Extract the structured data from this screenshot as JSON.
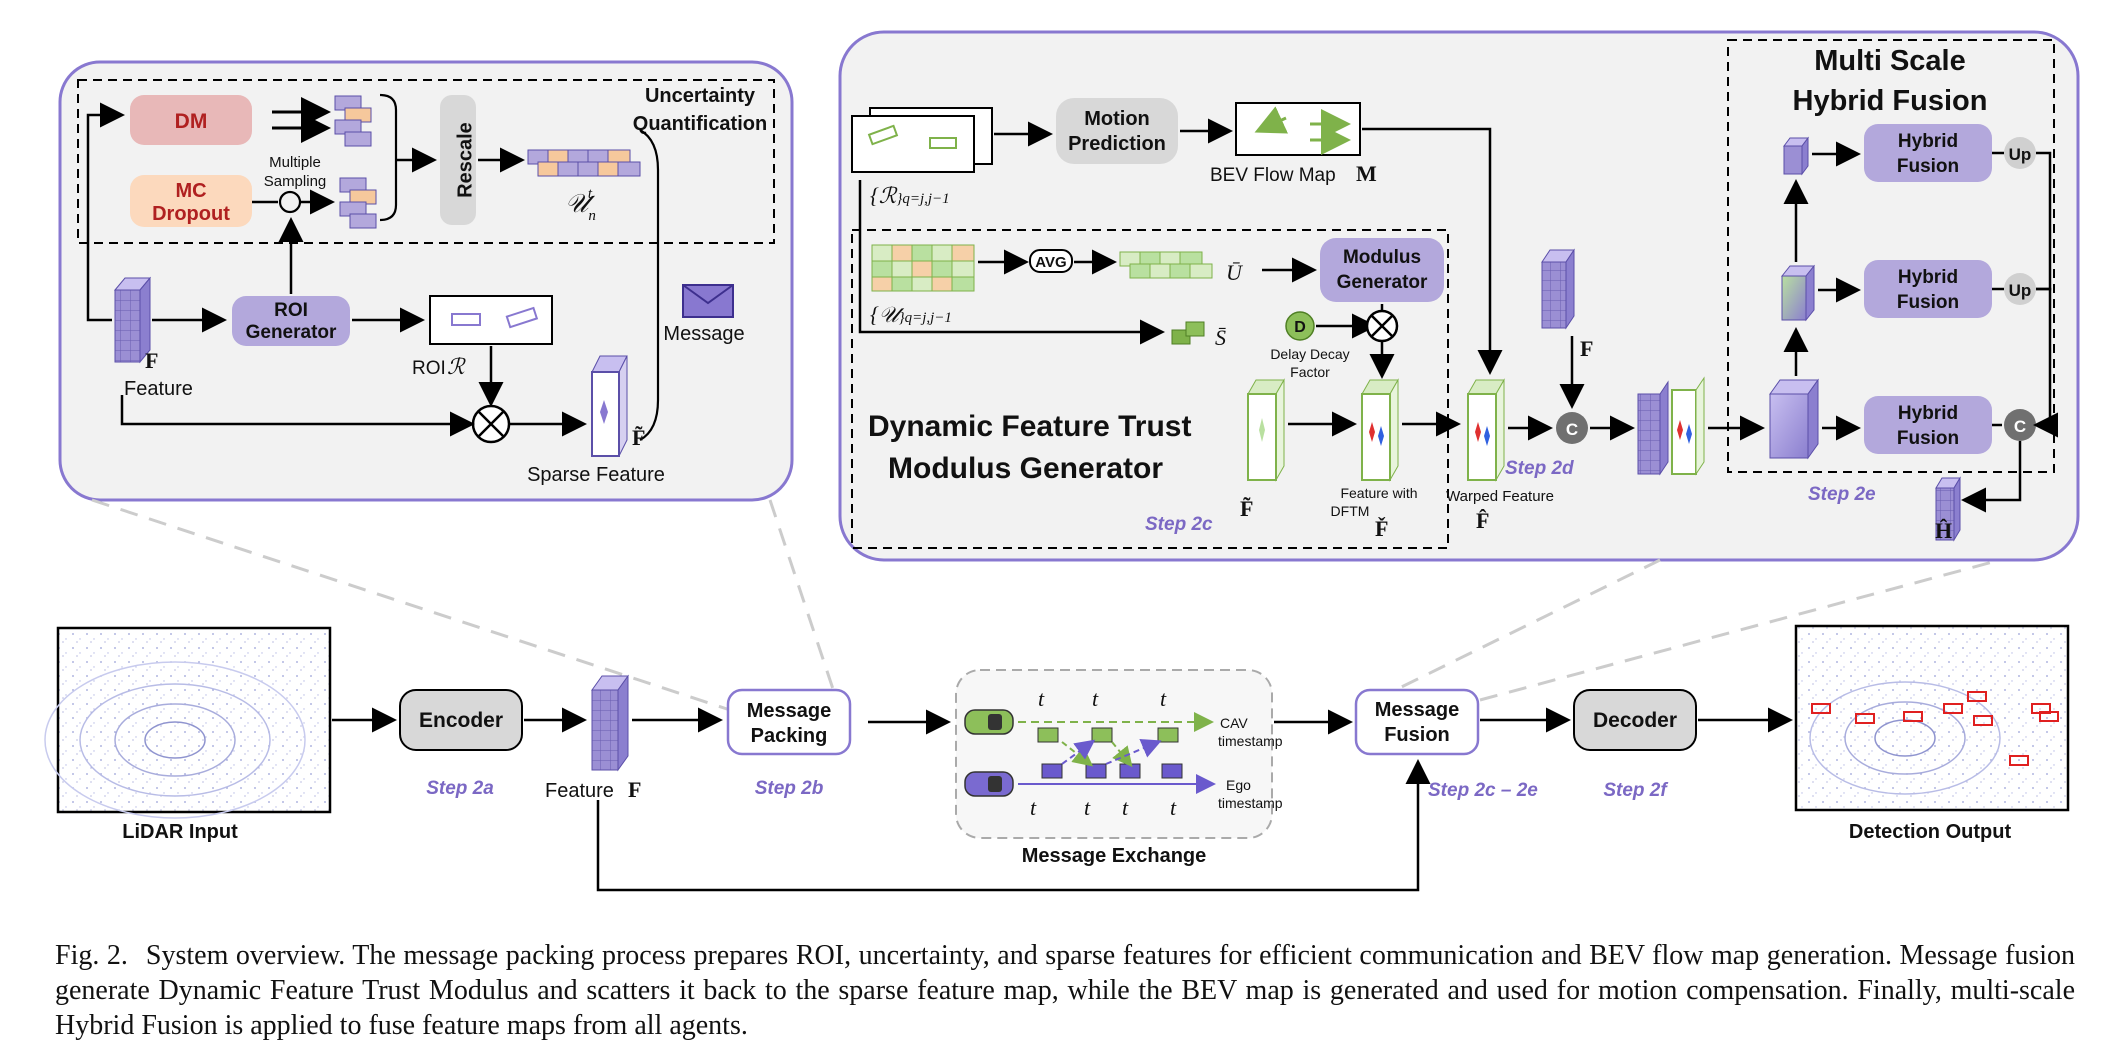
{
  "colors": {
    "panel_border": "#8878d0",
    "panel_fill": "#f2f2f2",
    "purple_box": "#b3a8dc",
    "purple_cube": "#9b8fd4",
    "dm_fill": "#e8b8b8",
    "mc_fill": "#fcd9bd",
    "gray_box": "#d8d8d8",
    "green_feature": "#8dbf5a",
    "step_text": "#7b68c4"
  },
  "left_panel": {
    "dm_label": "DM",
    "mc_dropout_line1": "MC",
    "mc_dropout_line2": "Dropout",
    "multiple_sampling_line1": "Multiple",
    "multiple_sampling_line2": "Sampling",
    "rescale_label": "Rescale",
    "uncertainty_line1": "Uncertainty",
    "uncertainty_line2": "Quantification",
    "uncertainty_symbol": "𝒰",
    "uncertainty_sub": "n",
    "uncertainty_sup": "t",
    "roi_generator_line1": "ROI",
    "roi_generator_line2": "Generator",
    "roi_label": "ROI",
    "roi_symbol": "ℛ",
    "feature_label": "Feature",
    "feature_symbol": "F",
    "sparse_feature_label": "Sparse Feature",
    "sparse_symbol": "F̃",
    "message_label": "Message"
  },
  "right_panel": {
    "motion_prediction_line1": "Motion",
    "motion_prediction_line2": "Prediction",
    "bev_flow_map_label": "BEV Flow Map",
    "bev_flow_symbol": "M",
    "roi_set_label": "{ℛ",
    "roi_set_sub": "}q=j,j−1",
    "unc_set_label": "{𝒰",
    "unc_set_sub": "}q=j,j−1",
    "avg_label": "AVG",
    "ubar_symbol": "Ū",
    "sbar_symbol": "S̄",
    "modulus_generator_line1": "Modulus",
    "modulus_generator_line2": "Generator",
    "delay_decay_d": "D",
    "delay_decay_line1": "Delay Decay",
    "delay_decay_line2": "Factor",
    "dftm_title_line1": "Dynamic Feature Trust",
    "dftm_title_line2": "Modulus Generator",
    "step2c": "Step 2c",
    "ftilde_symbol": "F̃",
    "feature_with_line1": "Feature with",
    "feature_with_line2": "DFTM",
    "fcheck_symbol": "F̌",
    "warped_feature_label": "Warped Feature",
    "fhat_symbol": "F̂",
    "step2d": "Step 2d",
    "concat_label": "C",
    "fn_symbol": "F",
    "multi_scale_line1": "Multi Scale",
    "multi_scale_line2": "Hybrid Fusion",
    "hybrid_fusion_line1": "Hybrid",
    "hybrid_fusion_line2": "Fusion",
    "up_label": "Up",
    "step2e": "Step 2e",
    "hhat_symbol": "Ĥ"
  },
  "pipeline": {
    "lidar_input_label": "LiDAR Input",
    "encoder_label": "Encoder",
    "step2a": "Step 2a",
    "feature_label": "Feature",
    "feature_symbol": "F",
    "message_packing_line1": "Message",
    "message_packing_line2": "Packing",
    "step2b": "Step 2b",
    "message_exchange_label": "Message Exchange",
    "cav_timestamp_line1": "CAV",
    "cav_timestamp_line2": "timestamp",
    "ego_timestamp_line1": "Ego",
    "ego_timestamp_line2": "timestamp",
    "cav_t1": "t",
    "message_fusion_line1": "Message",
    "message_fusion_line2": "Fusion",
    "step2c_2e": "Step 2c – 2e",
    "decoder_label": "Decoder",
    "step2f": "Step 2f",
    "detection_output_label": "Detection Output"
  },
  "caption": {
    "label": "Fig. 2.",
    "text": "System overview. The message packing process prepares ROI, uncertainty, and sparse features for efficient communication and BEV flow map generation. Message fusion generate Dynamic Feature Trust Modulus and scatters it back to the sparse feature map, while the BEV map is generated and used for motion compensation. Finally, multi-scale Hybrid Fusion is applied to fuse feature maps from all agents."
  }
}
